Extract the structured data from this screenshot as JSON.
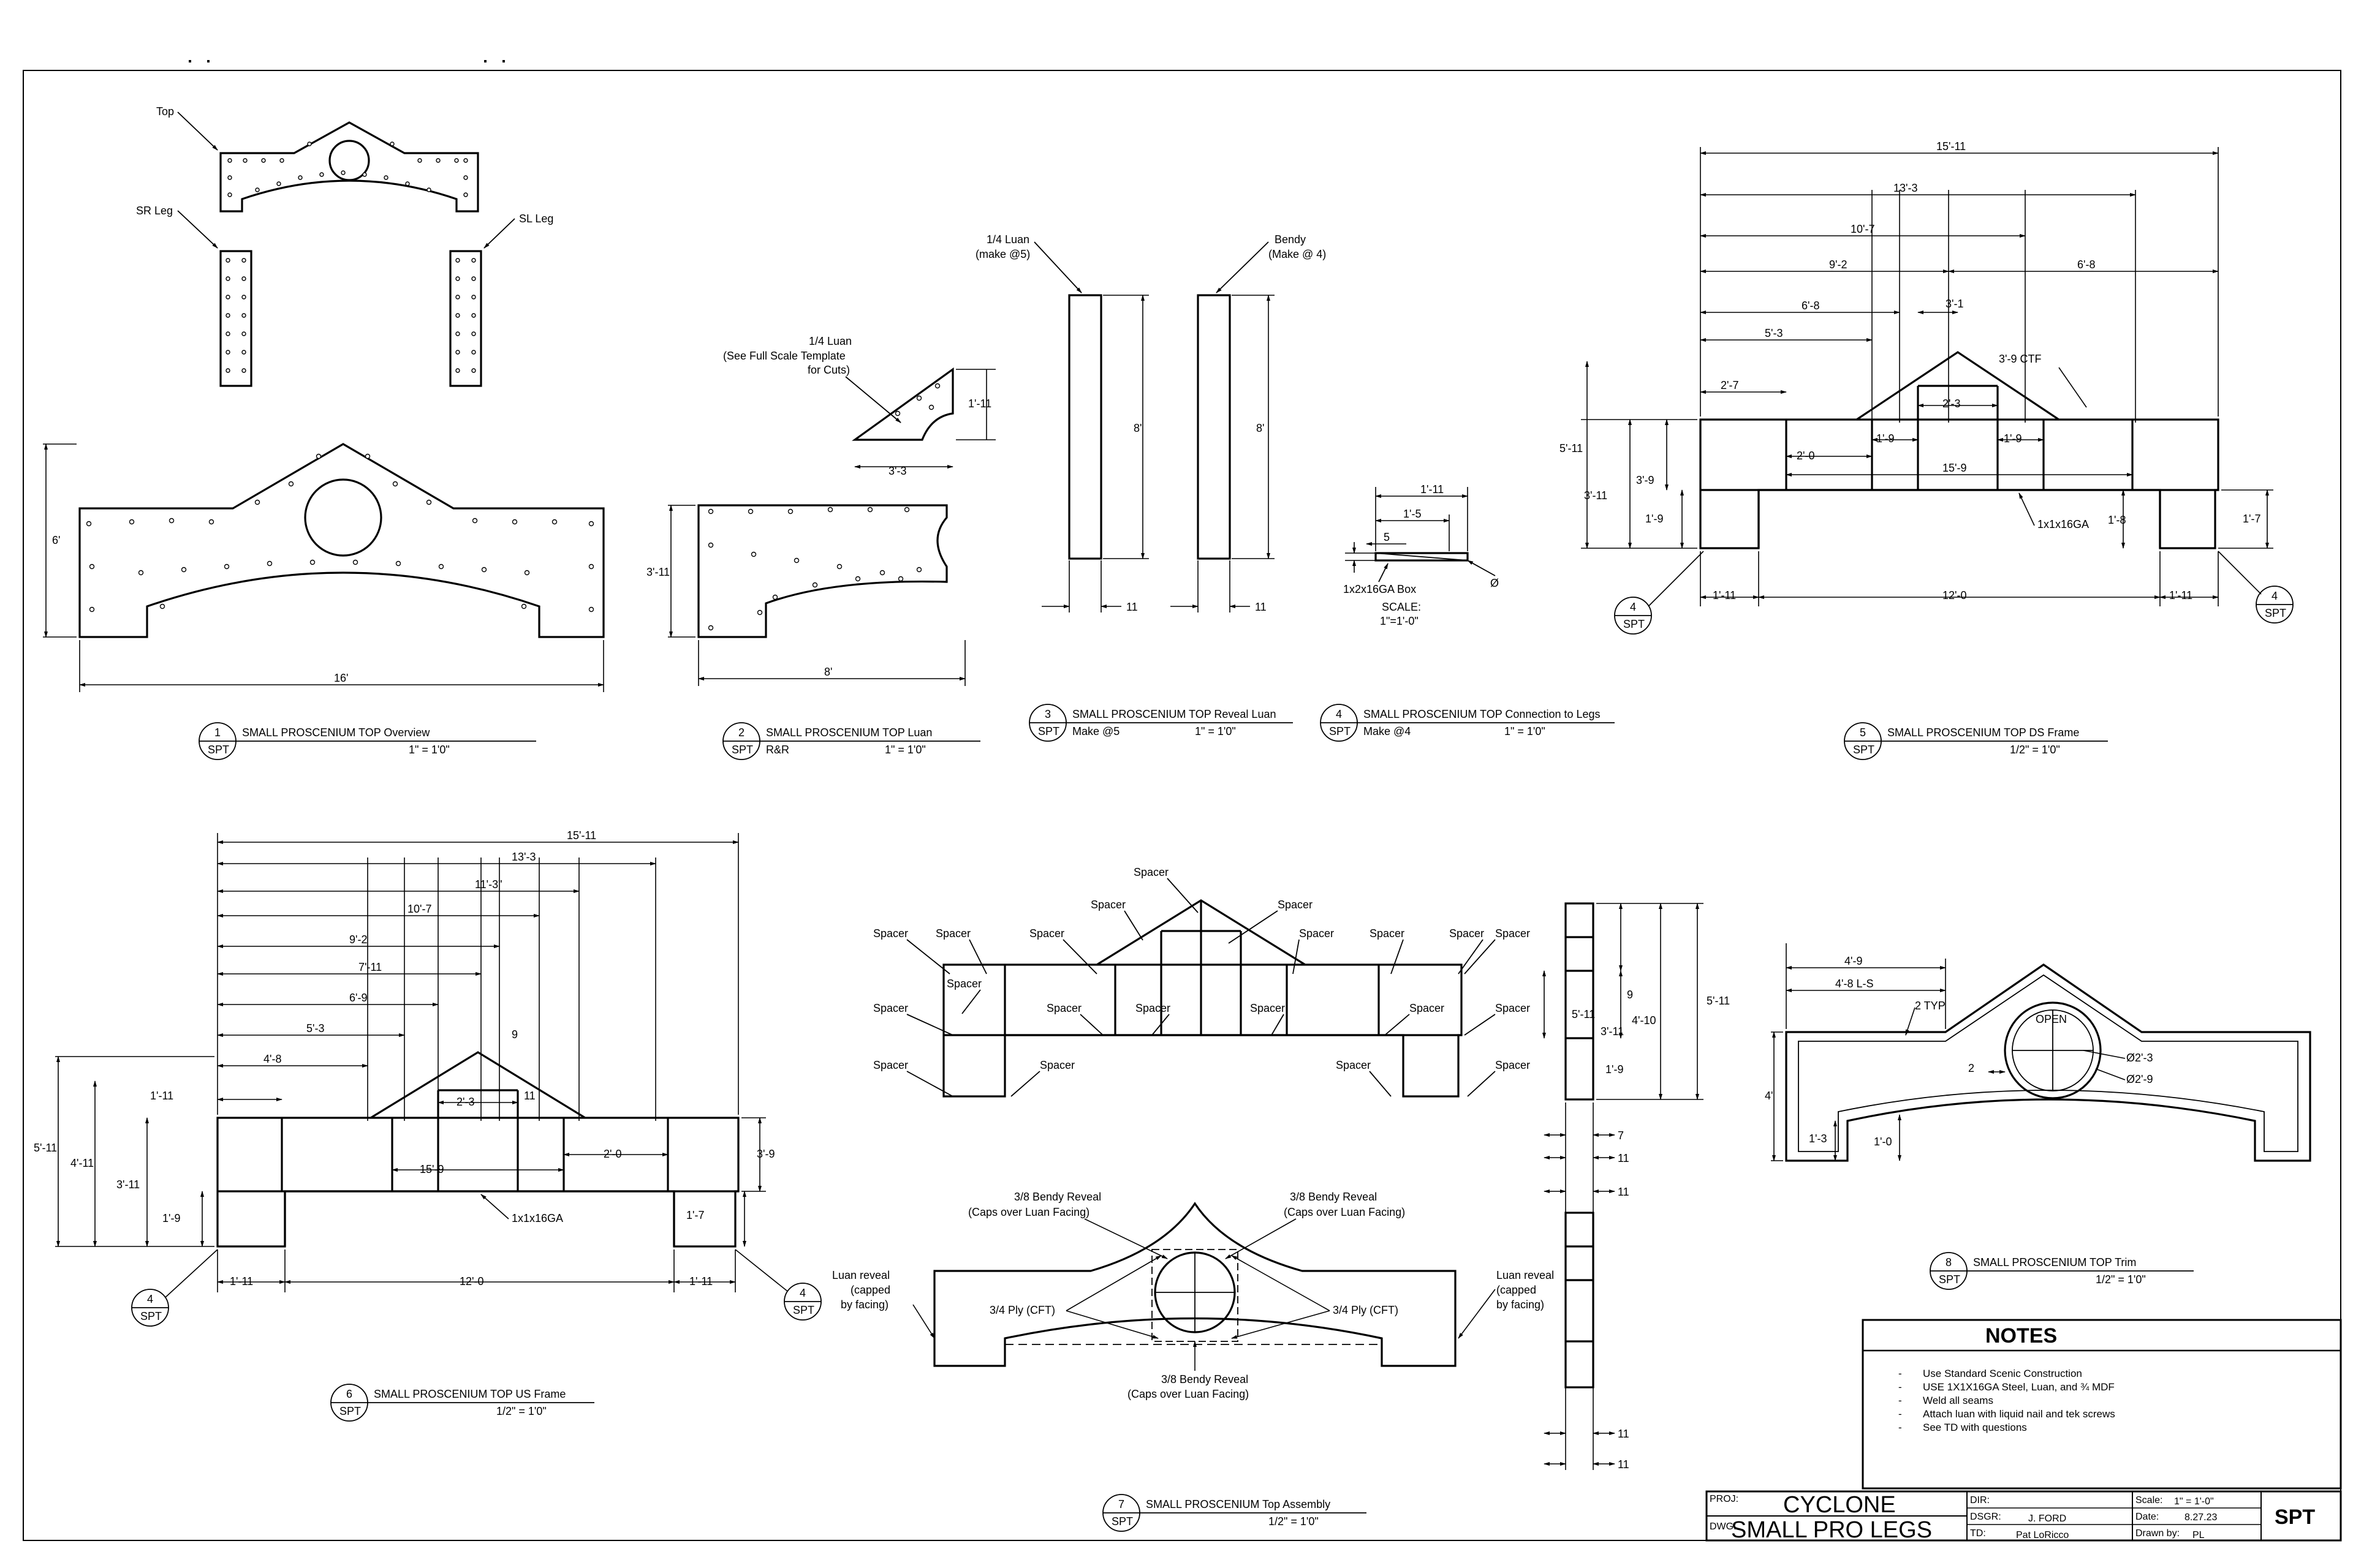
{
  "overview": {
    "callouts": {
      "top": "Top",
      "sr_leg": "SR Leg",
      "sl_leg": "SL Leg"
    },
    "dims": {
      "height": "6'",
      "width": "16'"
    }
  },
  "luan": {
    "callout": [
      "1/4 Luan",
      "(See Full Scale Template",
      "for Cuts)"
    ],
    "dims": {
      "corner_h": "1'-11",
      "corner_w": "3'-3",
      "height": "3'-11",
      "width": "8'"
    }
  },
  "reveal": {
    "callout_left": [
      "1/4 Luan",
      "(make @5)"
    ],
    "callout_right": [
      "Bendy",
      "(Make @ 4)"
    ],
    "dims": {
      "len_a": "8'",
      "len_b": "8'",
      "w_a": "11",
      "w_b": "11"
    }
  },
  "connection": {
    "dims": {
      "top": "1'-11",
      "mid": "1'-5",
      "small": "5",
      "left": "",
      "dia": "Ø"
    },
    "box_label": "1x2x16GA Box",
    "scale_label": [
      "SCALE:",
      "1\"=1'-0\""
    ]
  },
  "ds_frame": {
    "dims": {
      "d1": "15'-11",
      "d2": "13'-3",
      "d3": "10'-7",
      "d4": "9'-2",
      "d5": "6'-8",
      "d6": "6'-8",
      "d7": "5'-3",
      "d8": "3'-1",
      "d9": "3'-9",
      "ctf": "CTF",
      "d10": "2'-7",
      "d11": "2'-3",
      "d12": "2'-0",
      "d13": "1'-9",
      "d14": "1'-9",
      "d15": "15'-9",
      "h1": "5'-11",
      "h2": "3'-11",
      "h3": "3'-9",
      "h4": "1'-9",
      "h5": "1'-8",
      "h6": "1'-7",
      "b1": "1'-11",
      "b2": "12'-0",
      "b3": "1'-11"
    },
    "tube_label": "1x1x16GA",
    "detail_left": {
      "num": "4",
      "sheet": "SPT"
    },
    "detail_right": {
      "num": "4",
      "sheet": "SPT"
    }
  },
  "us_frame": {
    "dims": {
      "d1": "15'-11",
      "d2": "13'-3",
      "d3": "11'-3\"",
      "d4": "10'-7",
      "d5": "9'-2",
      "d6": "7'-11",
      "d7": "6'-9",
      "d8": "5'-3",
      "d9": "4'-8",
      "d10": "9",
      "d11": "11",
      "d12": "1'-11",
      "d13": "2'-3",
      "d14": "2'-0",
      "d15": "15'-9",
      "h1": "5'-11",
      "h2": "4'-11",
      "h3": "3'-11",
      "h4": "3'-9",
      "h5": "1'-9",
      "h6": "1'-7",
      "b1": "1'-11",
      "b2": "12'-0",
      "b3": "1'-11"
    },
    "tube_label": "1x1x16GA",
    "detail_left": {
      "num": "4",
      "sheet": "SPT"
    },
    "detail_right": {
      "num": "4",
      "sheet": "SPT"
    }
  },
  "assembly": {
    "spacer": "Spacer",
    "reveal_top_left": [
      "3/8 Bendy Reveal",
      "(Caps over Luan Facing)"
    ],
    "reveal_top_right": [
      "3/8 Bendy Reveal",
      "(Caps over Luan Facing)"
    ],
    "reveal_bottom": [
      "3/8 Bendy Reveal",
      "(Caps over Luan Facing)"
    ],
    "luan_left": [
      "Luan reveal",
      "(capped",
      "by facing)"
    ],
    "luan_right": [
      "Luan reveal",
      "(capped",
      "by facing)"
    ],
    "ply_left": "3/4 Ply (CFT)",
    "ply_right": "3/4 Ply (CFT)"
  },
  "side_section": {
    "dims": {
      "a": "9",
      "b": "3'-11",
      "c": "1'-9",
      "d": "5'-11",
      "e": "4'-10",
      "f": "5'-11",
      "g": "7",
      "h": "11",
      "i": "11",
      "j": "11",
      "k": "11"
    }
  },
  "trim": {
    "dims": {
      "a": "4'-9",
      "b": "4'-8",
      "ls": "L-S",
      "c": "2",
      "typ": "TYP",
      "open": "OPEN",
      "d": "2",
      "dia1": "Ø2'-3",
      "dia2": "Ø2'-9",
      "h": "4'",
      "e": "1'-3",
      "f": "1'-0"
    }
  },
  "views": [
    {
      "id": "v1",
      "num": "1",
      "sheet": "SPT",
      "title": "SMALL PROSCENIUM TOP Overview",
      "sub": "",
      "scale": "1\" = 1'0\""
    },
    {
      "id": "v2",
      "num": "2",
      "sheet": "SPT",
      "title": "SMALL PROSCENIUM TOP Luan",
      "sub": "R&R",
      "scale": "1\" = 1'0\""
    },
    {
      "id": "v3",
      "num": "3",
      "sheet": "SPT",
      "title": "SMALL PROSCENIUM TOP Reveal Luan",
      "sub": "Make @5",
      "scale": "1\" = 1'0\""
    },
    {
      "id": "v4",
      "num": "4",
      "sheet": "SPT",
      "title": "SMALL PROSCENIUM TOP Connection to Legs",
      "sub": "Make @4",
      "scale": "1\" = 1'0\""
    },
    {
      "id": "v5",
      "num": "5",
      "sheet": "SPT",
      "title": "SMALL PROSCENIUM TOP DS Frame",
      "sub": "",
      "scale": "1/2\" = 1'0\""
    },
    {
      "id": "v6",
      "num": "6",
      "sheet": "SPT",
      "title": "SMALL PROSCENIUM TOP US Frame",
      "sub": "",
      "scale": "1/2\" = 1'0\""
    },
    {
      "id": "v7",
      "num": "7",
      "sheet": "SPT",
      "title": "SMALL PROSCENIUM Top Assembly",
      "sub": "",
      "scale": "1/2\" = 1'0\""
    },
    {
      "id": "v8",
      "num": "8",
      "sheet": "SPT",
      "title": "SMALL PROSCENIUM TOP Trim",
      "sub": "",
      "scale": "1/2\" = 1'0\""
    }
  ],
  "notes": {
    "heading": "NOTES",
    "items": [
      "Use Standard Scenic Construction",
      "USE 1X1X16GA Steel, Luan, and ¾ MDF",
      "Weld all seams",
      "Attach luan with liquid nail and tek screws",
      "See TD with questions"
    ]
  },
  "title_block": {
    "proj_label": "PROJ:",
    "proj": "CYCLONE",
    "dwg_label": "DWG:",
    "dwg": "SMALL PRO LEGS",
    "dir_label": "DIR:",
    "dir": "",
    "dsgr_label": "DSGR:",
    "dsgr": "J. FORD",
    "td_label": "TD:",
    "td": "Pat LoRicco",
    "scale_label": "Scale:",
    "scale": "1\" = 1'-0\"",
    "date_label": "Date:",
    "date": "8.27.23",
    "drawn_label": "Drawn by:",
    "drawn": "PL",
    "sheet": "SPT"
  }
}
